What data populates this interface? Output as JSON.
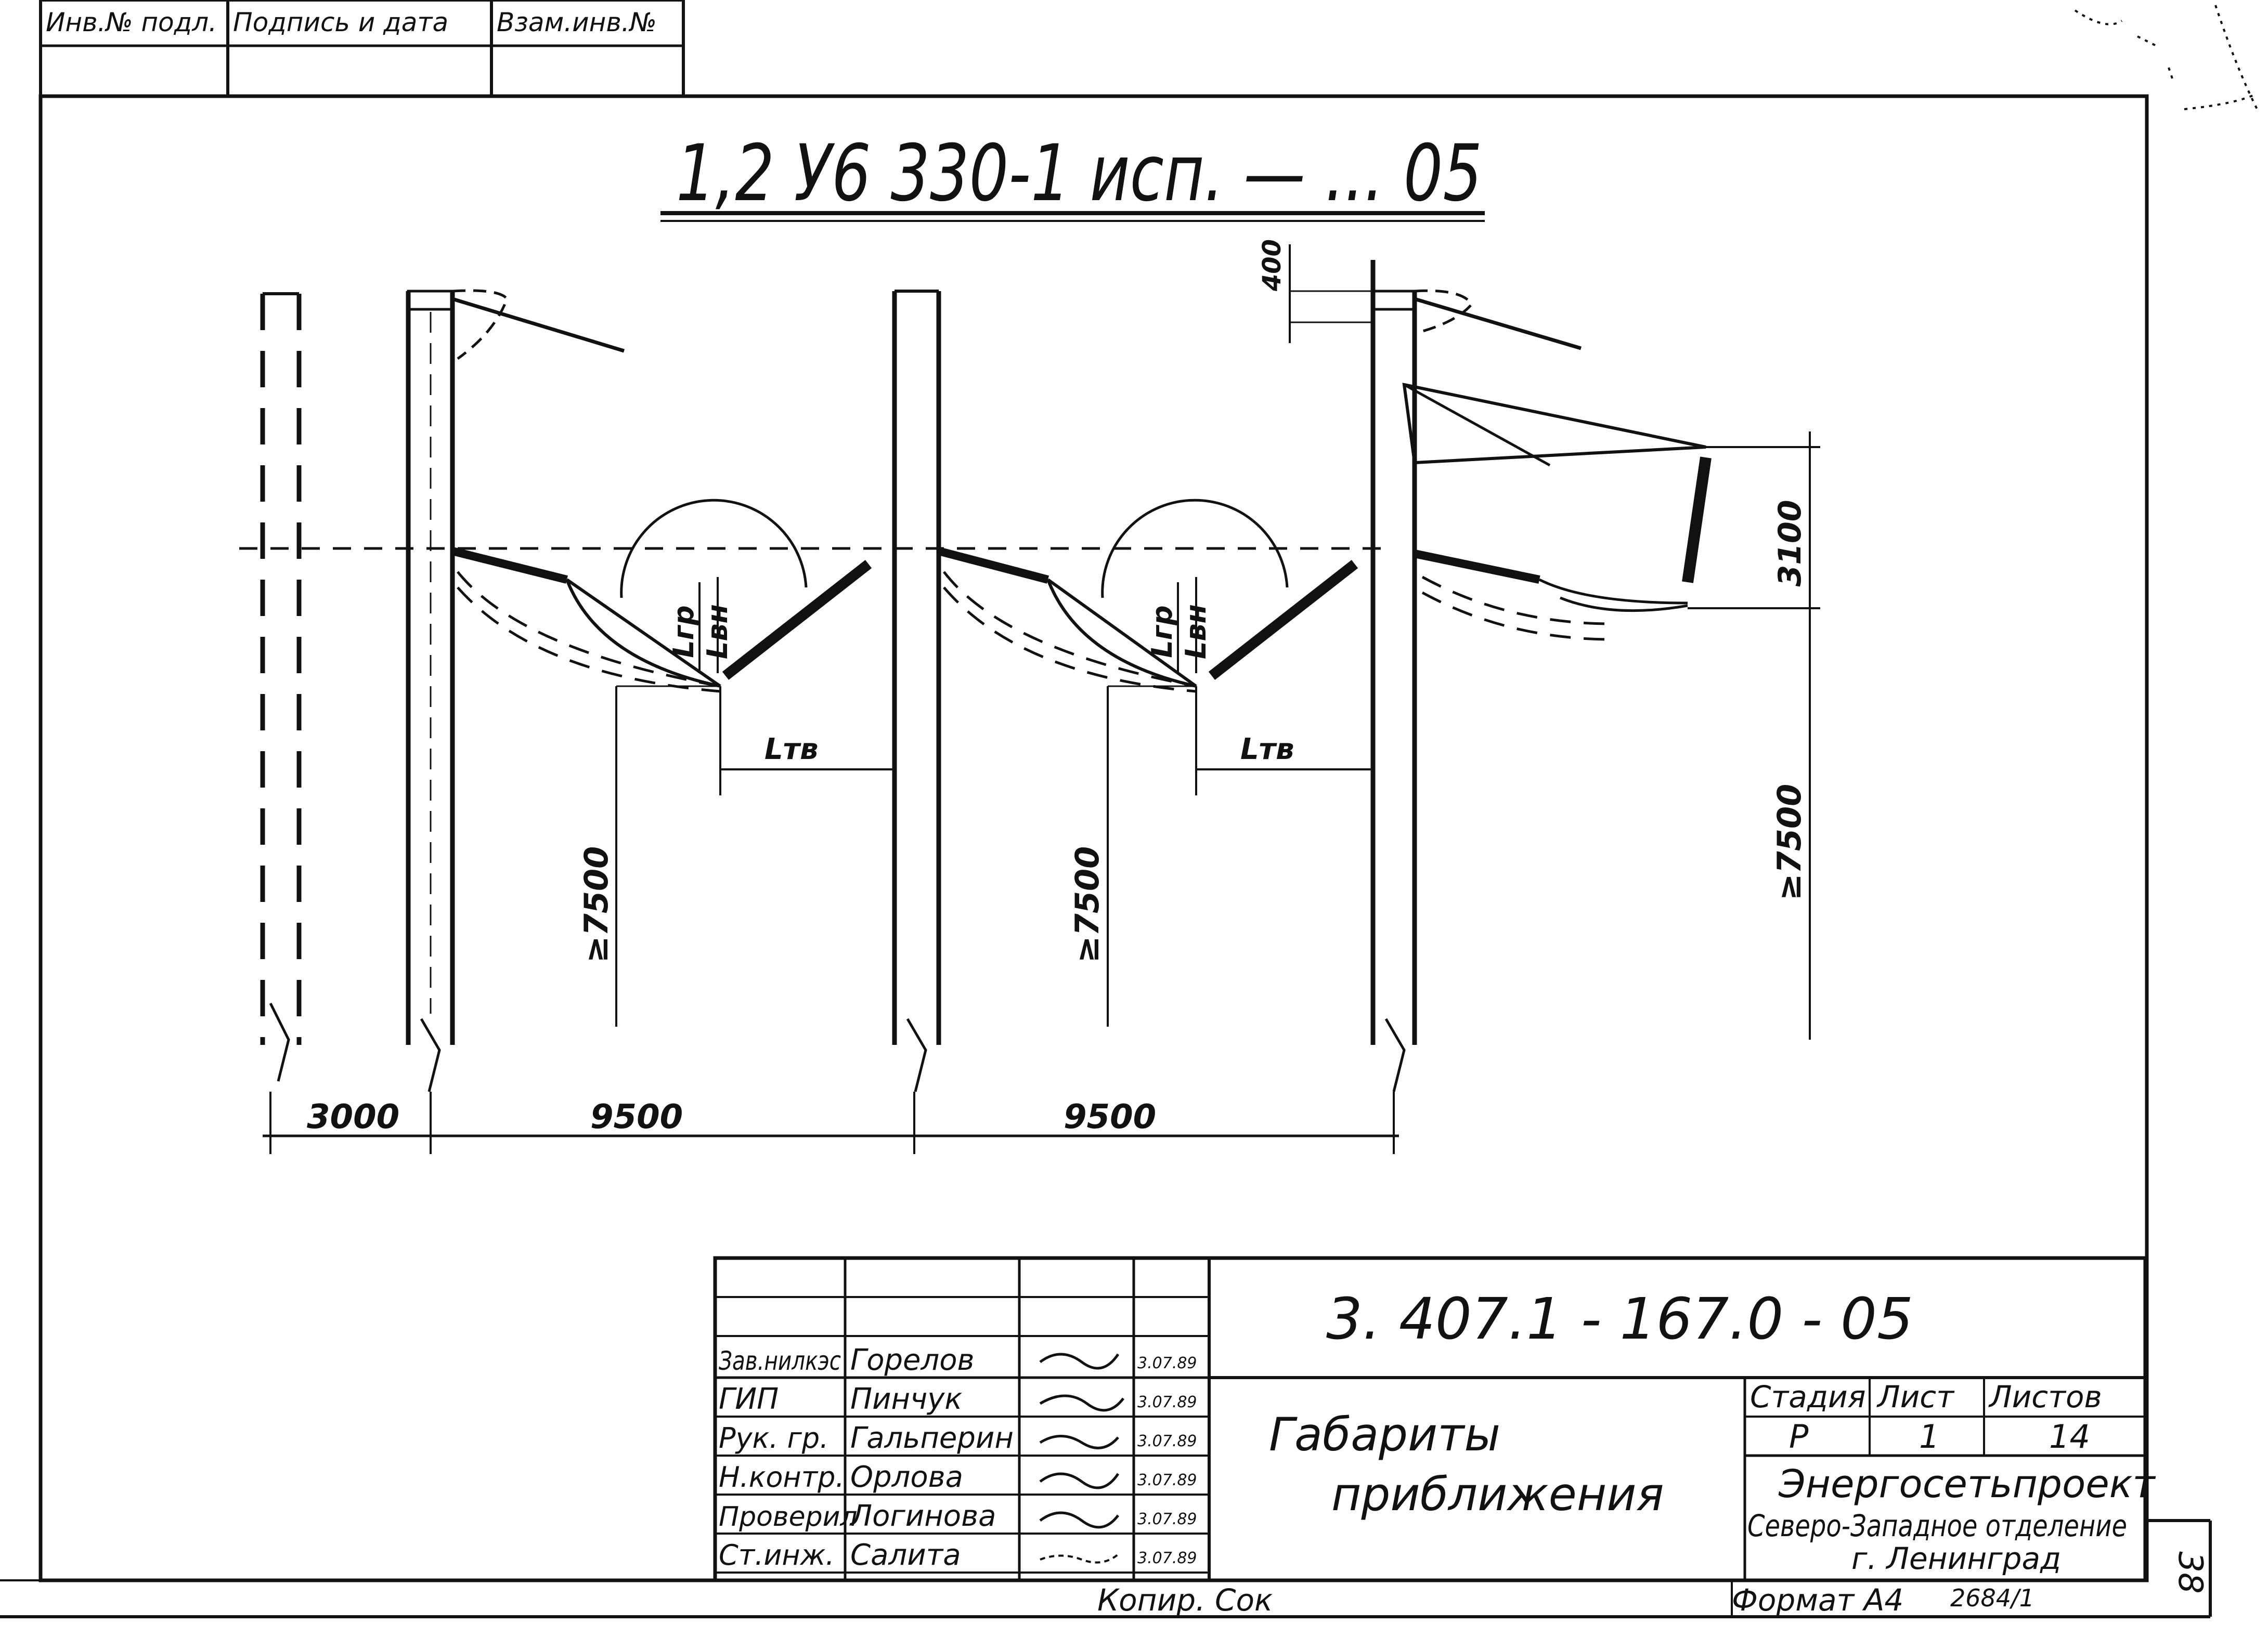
{
  "top_stamp": {
    "col1": "Инв.№ подл.",
    "col2": "Подпись и дата",
    "col3": "Взам.инв.№"
  },
  "drawing": {
    "title": "1,2 У6 330-1 исп. — ... 05",
    "dims": {
      "d3000": "3000",
      "d9500_a": "9500",
      "d9500_b": "9500",
      "h7500_a": "≥7500",
      "h7500_b": "≥7500",
      "h7500_c": "≥7500",
      "d400": "400",
      "d3100": "3100"
    },
    "clearances": {
      "r_gr": "Lгр",
      "r_bn": "Lвн",
      "r_tb": "Lтв"
    }
  },
  "title_block": {
    "doc_code": "3. 407.1 - 167.0 - 05",
    "doc_name_line1": "Габариты",
    "doc_name_line2": "приближения",
    "stage_header": "Стадия",
    "sheet_header": "Лист",
    "sheets_header": "Листов",
    "stage": "Р",
    "sheet": "1",
    "sheets": "14",
    "org_line1": "Энергосетьпроект",
    "org_line2": "Северо-Западное отделение",
    "org_line3": "г. Ленинград",
    "signatures": [
      {
        "role": "Зав.нилкэс",
        "name": "Горелов",
        "date": "3.07.89"
      },
      {
        "role": "ГИП",
        "name": "Пинчук",
        "date": "3.07.89"
      },
      {
        "role": "Рук. гр.",
        "name": "Гальперин",
        "date": "3.07.89"
      },
      {
        "role": "Н.контр.",
        "name": "Орлова",
        "date": "3.07.89"
      },
      {
        "role": "Проверил",
        "name": "Логинова",
        "date": "3.07.89"
      },
      {
        "role": "Ст.инж.",
        "name": "Салита",
        "date": "3.07.89"
      }
    ],
    "copied": "Копир. Сок",
    "format": "Формат А4",
    "inv": "2684/1",
    "sheet_number": "38"
  }
}
